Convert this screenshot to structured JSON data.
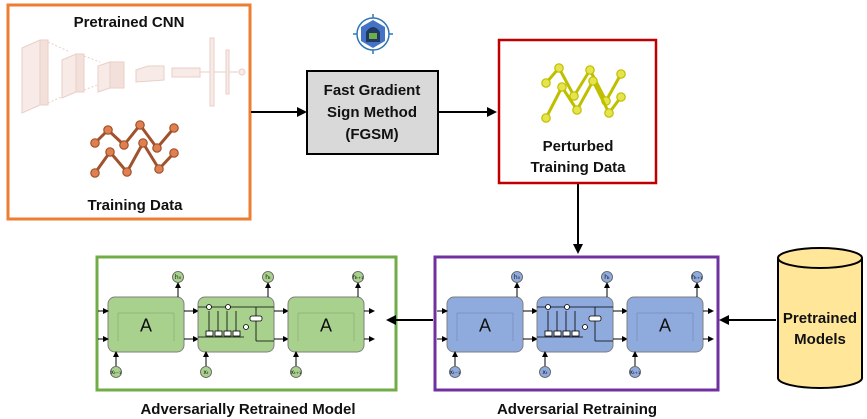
{
  "boxes": {
    "cnn": {
      "title": "Pretrained CNN",
      "caption": "Training Data",
      "border_color": "#ed7d31"
    },
    "fgsm": {
      "line1": "Fast Gradient",
      "line2": "Sign Method",
      "line3": "(FGSM)",
      "fill": "#d9d9d9"
    },
    "perturbed": {
      "line1": "Perturbed",
      "line2": "Training Data",
      "border_color": "#c00000"
    },
    "retraining": {
      "caption": "Adversarial Retraining",
      "border_color": "#7030a0",
      "cell_color": "#8faadc"
    },
    "retrained_model": {
      "caption": "Adversarially Retrained Model",
      "border_color": "#70ad47",
      "cell_color": "#a9d18e"
    },
    "pretrained_models": {
      "line1": "Pretrained",
      "line2": "Models",
      "fill": "#ffe699"
    }
  },
  "lstm": {
    "cell_label": "A",
    "outputs": [
      "h₀",
      "hₜ",
      "hₜ₊₁"
    ],
    "inputs": [
      "xₜ₋₁",
      "xₜ",
      "xₜ₊₁"
    ]
  },
  "series": {
    "training_colors": {
      "line": "#a0522d",
      "node": "#e08050"
    },
    "perturbed_colors": {
      "line": "#bfbf00",
      "node": "#e6e44d"
    }
  }
}
